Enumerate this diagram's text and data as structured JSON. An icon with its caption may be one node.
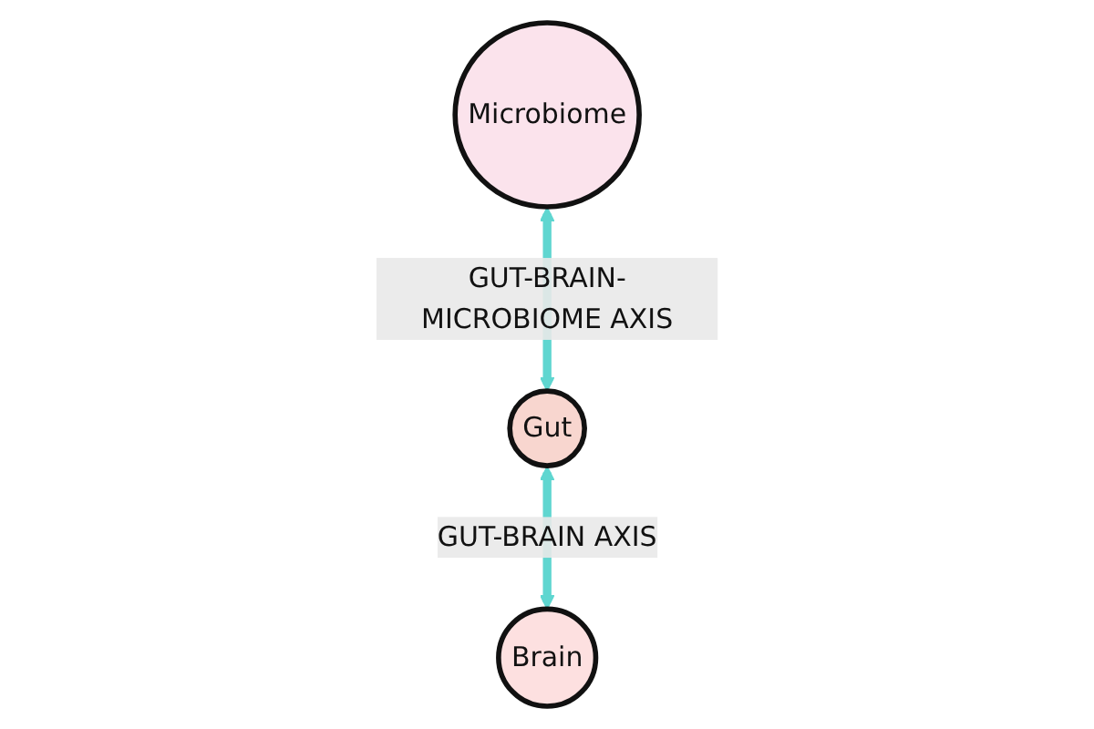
{
  "diagram": {
    "nodes": [
      {
        "text": [
          "Microbiome"
        ]
      },
      {
        "text": [
          "Brain"
        ]
      },
      {
        "text": [
          "Gut"
        ]
      }
    ],
    "edges": [
      {
        "from": 0,
        "to": 2,
        "arrow": "both",
        "label": "GUT-BRAIN-MICROBIOME AXIS"
      },
      {
        "from": 2,
        "to": 1,
        "arrow": "both",
        "label": "GUT-BRAIN AXIS"
      }
    ]
  }
}
